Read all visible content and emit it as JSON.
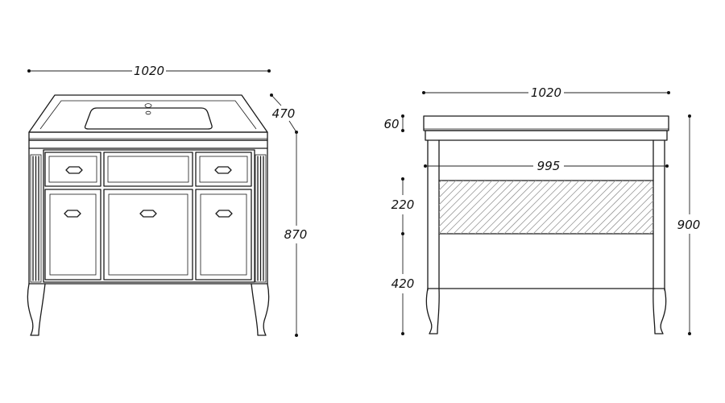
{
  "front_view": {
    "width_label": "1020",
    "depth_label": "470",
    "height_label": "870"
  },
  "side_view": {
    "width_label": "1020",
    "top_thickness_label": "60",
    "inner_width_label": "995",
    "panel_label": "220",
    "lower_label": "420",
    "height_label": "900"
  }
}
